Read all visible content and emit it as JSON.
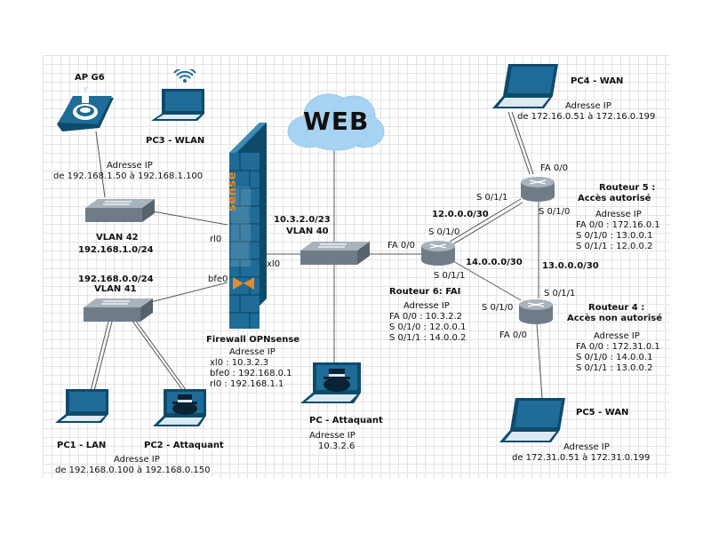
{
  "colors": {
    "device_blue": "#1e6c97",
    "device_dark": "#0e4a6b",
    "link": "#555555",
    "cloud": "#a8d4f3"
  },
  "cloud": {
    "label": "WEB"
  },
  "firewall": {
    "logo_text": "sense",
    "title": "Firewall OPNsense",
    "ip_header": "Adresse IP",
    "ip_lines": [
      "xl0 : 10.3.2.3",
      "bfe0 : 192.168.0.1",
      "rl0 : 192.168.1.1"
    ],
    "if_rl0": "rl0",
    "if_bfe0": "bfe0",
    "if_xl0": "xl0"
  },
  "ap": {
    "title": "AP G6",
    "ip_header": "Adresse IP",
    "ip_range": "de 192.168.1.50  à 192.168.1.100"
  },
  "pc3": {
    "title": "PC3 - WLAN"
  },
  "vlan42": {
    "title": "VLAN 42",
    "subnet": "192.168.1.0/24"
  },
  "vlan41": {
    "subnet": "192.168.0.0/24",
    "title": "VLAN 41"
  },
  "vlan40": {
    "subnet": "10.3.2.0/23",
    "title": "VLAN 40"
  },
  "pc1": {
    "title": "PC1 - LAN"
  },
  "pc2": {
    "title": "PC2 - Attaquant"
  },
  "lan_ip": {
    "header": "Adresse IP",
    "range": "de 192.168.0.100 à 192.168.0.150"
  },
  "pc_attaquant": {
    "title": "PC - Attaquant",
    "ip_header": "Adresse IP",
    "ip": "10.3.2.6"
  },
  "router6": {
    "title": "Routeur 6: FAI",
    "ip_header": "Adresse IP",
    "ip_lines": [
      "FA 0/0 : 10.3.2.2",
      "S 0/1/0 : 12.0.0.1",
      "S 0/1/1 : 14.0.0.2"
    ],
    "fa00": "FA 0/0",
    "s010": "S 0/1/0",
    "s011": "S 0/1/1"
  },
  "net12": "12.0.0.0/30",
  "net14": "14.0.0.0/30",
  "net13": "13.0.0.0/30",
  "router5": {
    "title1": "Routeur 5 :",
    "title2": "Accès autorisé",
    "ip_header": "Adresse IP",
    "ip_lines": [
      "FA 0/0 : 172.16.0.1",
      "S 0/1/0 : 13.0.0.1",
      "S 0/1/1 : 12.0.0.2"
    ],
    "fa00": "FA 0/0",
    "s011": "S 0/1/1",
    "s010": "S 0/1/0"
  },
  "router4": {
    "title1": "Routeur 4 :",
    "title2": "Accès non autorisé",
    "ip_header": "Adresse IP",
    "ip_lines": [
      "FA 0/0 : 172.31.0.1",
      "S 0/1/0 : 14.0.0.1",
      "S 0/1/1 : 13.0.0.2"
    ],
    "s011": "S 0/1/1",
    "s010": "S 0/1/0",
    "fa00": "FA 0/0"
  },
  "pc4": {
    "title": "PC4 - WAN",
    "ip_header": "Adresse IP",
    "ip_range": "de 172.16.0.51 à 172.16.0.199"
  },
  "pc5": {
    "title": "PC5 - WAN",
    "ip_header": "Adresse IP",
    "ip_range": "de 172.31.0.51 à 172.31.0.199"
  }
}
